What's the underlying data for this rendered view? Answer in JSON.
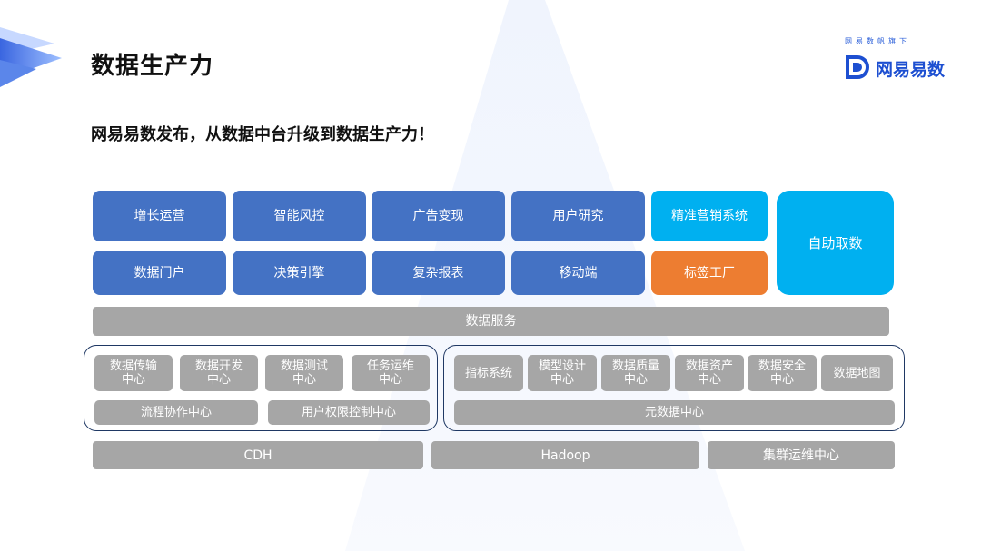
{
  "header": {
    "title": "数据生产力",
    "subtitle": "网易易数发布，从数据中台升级到数据生产力！",
    "logo_slogan": "网易数帆旗下",
    "logo_name": "网易易数"
  },
  "colors": {
    "app_block": "#4472c4",
    "highlight_block": "#00b0f0",
    "accent_block": "#ed7d31",
    "platform_block": "#a6a6a6",
    "frame_border": "#1f3864"
  },
  "application_layer": {
    "row1": [
      "增长运营",
      "智能风控",
      "广告变现",
      "用户研究",
      "精准营销系统"
    ],
    "row2": [
      "数据门户",
      "决策引擎",
      "复杂报表",
      "移动端",
      "标签工厂"
    ],
    "self_service": "自助取数"
  },
  "data_service": "数据服务",
  "dev_group": {
    "modules": [
      "数据传输\n中心",
      "数据开发\n中心",
      "数据测试\n中心",
      "任务运维\n中心"
    ],
    "bottom": [
      "流程协作中心",
      "用户权限控制中心"
    ]
  },
  "governance_group": {
    "modules": [
      "指标系统",
      "模型设计\n中心",
      "数据质量\n中心",
      "数据资产\n中心",
      "数据安全\n中心",
      "数据地图"
    ],
    "bottom": "元数据中心"
  },
  "infrastructure": [
    "CDH",
    "Hadoop",
    "集群运维中心"
  ]
}
